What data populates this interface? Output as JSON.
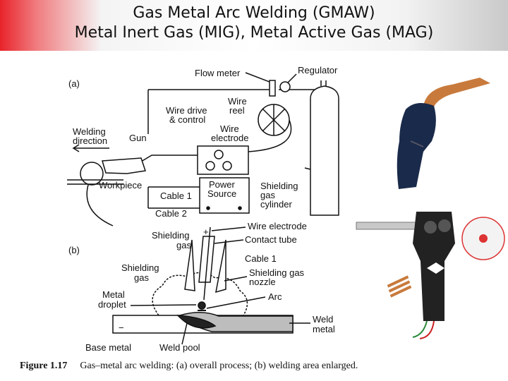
{
  "title": {
    "line1": "Gas Metal Arc Welding (GMAW)",
    "line2": "Metal Inert Gas (MIG), Metal Active Gas (MAG)"
  },
  "diagram_a": {
    "panel_label": "(a)",
    "flow_meter": "Flow meter",
    "regulator": "Regulator",
    "wire_reel": [
      "Wire",
      "reel"
    ],
    "wire_drive": [
      "Wire drive",
      "& control"
    ],
    "welding_direction": [
      "Welding",
      "direction"
    ],
    "gun": "Gun",
    "wire_electrode": [
      "Wire",
      "electrode"
    ],
    "workpiece": "Workpiece",
    "cable1": "Cable 1",
    "cable2": "Cable 2",
    "power_source": [
      "Power",
      "Source"
    ],
    "shielding_gas_cylinder": [
      "Shielding",
      "gas",
      "cylinder"
    ]
  },
  "diagram_b": {
    "panel_label": "(b)",
    "shielding_gas_top": [
      "Shielding",
      "gas"
    ],
    "wire_electrode": "Wire electrode",
    "contact_tube": "Contact tube",
    "cable1": "Cable 1",
    "shielding_gas_left": [
      "Shielding",
      "gas"
    ],
    "shielding_gas_nozzle": [
      "Shielding gas",
      "nozzle"
    ],
    "metal_droplet": [
      "Metal",
      "droplet"
    ],
    "arc": "Arc",
    "weld_metal": [
      "Weld",
      "metal"
    ],
    "base_metal": "Base metal",
    "weld_pool": "Weld pool",
    "plus_sign": "+",
    "minus_sign": "−"
  },
  "caption": {
    "figure": "Figure 1.17",
    "text": "Gas–metal arc welding: (a) overall process; (b) welding area enlarged."
  },
  "colors": {
    "title_accent": "#e8232a",
    "gun_handle": "#1a2a4a",
    "nozzle_copper": "#c87a3c",
    "spool_gun_body": "#222222"
  }
}
